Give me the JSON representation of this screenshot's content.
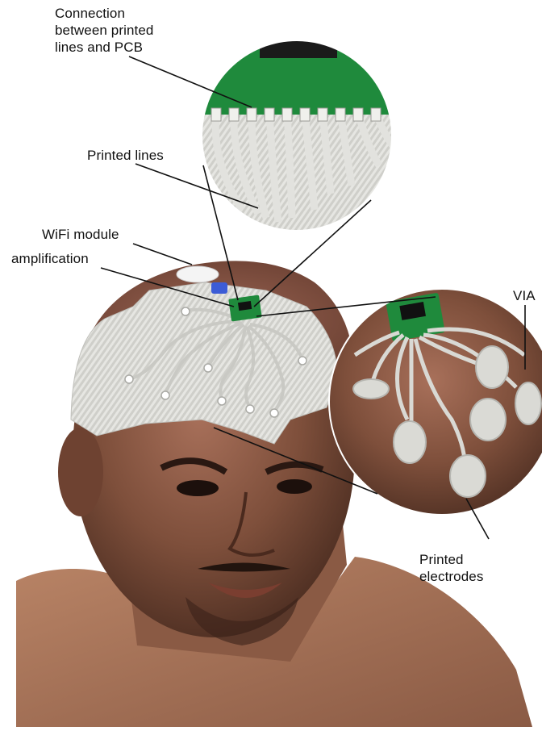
{
  "labels": {
    "connection": "Connection\nbetween printed\nlines and PCB",
    "printed_lines": "Printed lines",
    "wifi_module": "WiFi module",
    "amplification": "amplification",
    "via": "VIA",
    "printed_electrodes": "Printed\nelectrodes"
  },
  "colors": {
    "skin": "#8a5a44",
    "skin_dark": "#5e3a2c",
    "pcb_green": "#1f8a3c",
    "textile_white": "#e8e8e4",
    "trace_silver": "#d9d9d4",
    "callout_line": "#111111"
  }
}
